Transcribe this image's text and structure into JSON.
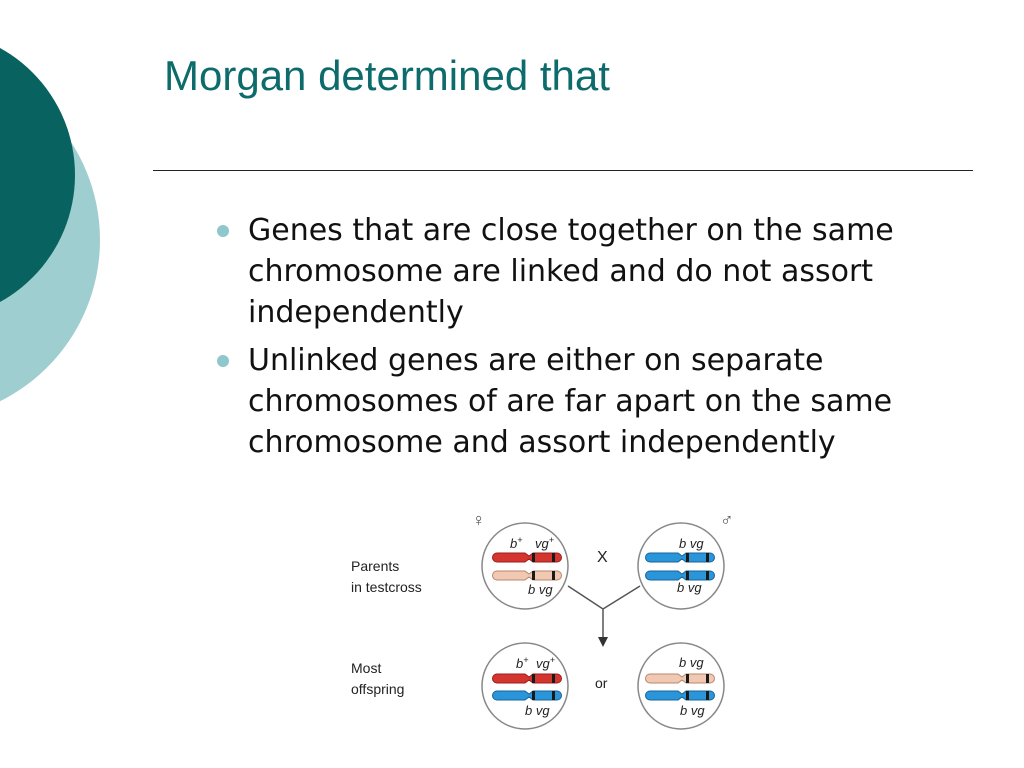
{
  "slide": {
    "title": "Morgan determined that",
    "bullets": [
      "Genes that are close together on the same chromosome are linked and do not assort independently",
      "Unlinked genes are either on separate chromosomes of are far apart on the same chromosome and assort independently"
    ]
  },
  "theme": {
    "title_color": "#0e6b6b",
    "circle_dark": "#08625f",
    "circle_light": "#9fced0",
    "bullet_color": "#8ec7cc"
  },
  "figure": {
    "parents_label_line1": "Parents",
    "parents_label_line2": "in testcross",
    "offspring_label_line1": "Most",
    "offspring_label_line2": "offspring",
    "female_symbol": "♀",
    "male_symbol": "♂",
    "cross_symbol": "X",
    "or_label": "or",
    "genes": {
      "b": "b",
      "vg": "vg",
      "plus": "+"
    },
    "colors": {
      "red": "#d5352f",
      "pink": "#f1c9b3",
      "blue": "#2a95d8",
      "band": "#1a1a1a"
    }
  }
}
